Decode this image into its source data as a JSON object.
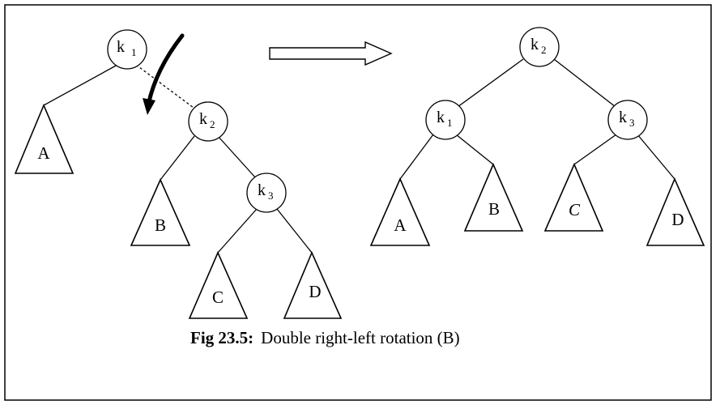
{
  "figure": {
    "caption": {
      "label": "Fig 23.5:",
      "text": "Double right-left rotation (B)"
    },
    "before": {
      "nodes": {
        "k1": "k",
        "k1_sub": "1",
        "k2": "k",
        "k2_sub": "2",
        "k3": "k",
        "k3_sub": "3"
      },
      "subtrees": {
        "A": "A",
        "B": "B",
        "C": "C",
        "D": "D"
      }
    },
    "after": {
      "nodes": {
        "k2": "k",
        "k2_sub": "2",
        "k1": "k",
        "k1_sub": "1",
        "k3": "k",
        "k3_sub": "3"
      },
      "subtrees": {
        "A": "A",
        "B": "B",
        "C": "C",
        "D": "D"
      }
    },
    "icons": {
      "transform_arrow": "right-outline-arrow-icon",
      "rotation_arrow": "curved-rotation-arrow-icon"
    }
  }
}
